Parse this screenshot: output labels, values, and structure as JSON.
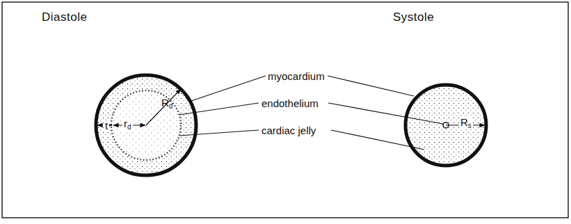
{
  "diagram": {
    "labels": [
      "Diastole",
      "Systole",
      "t",
      "rd",
      "Rd",
      "myocardium",
      "endothelium",
      "cardiac jelly",
      "Rs"
    ]
  }
}
